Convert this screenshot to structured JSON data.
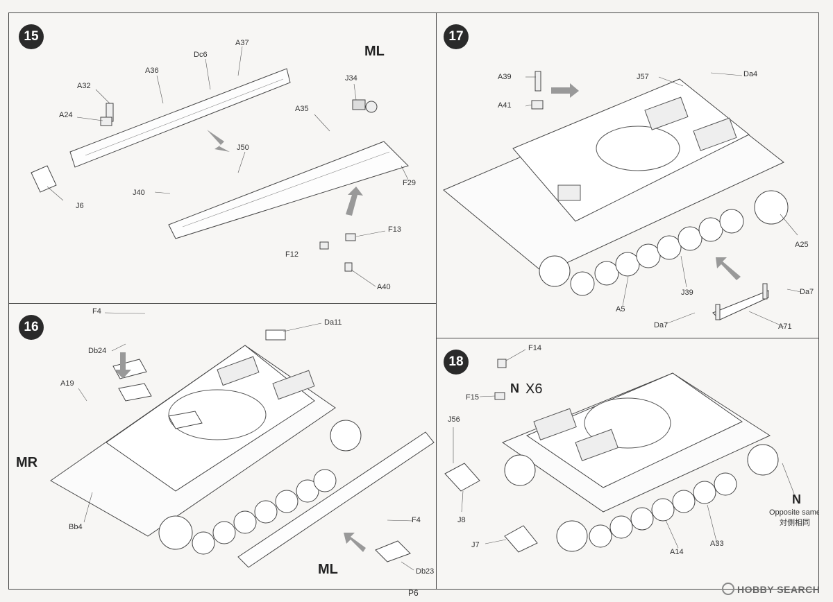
{
  "page_number": "P6",
  "watermark": {
    "brand": "HOBBY SEARCH"
  },
  "steps": [
    {
      "number": "15",
      "side_tag": "ML",
      "labels": [
        "A37",
        "Dc6",
        "A36",
        "A32",
        "A24",
        "J34",
        "A35",
        "J50",
        "J6",
        "J40",
        "F29",
        "F13",
        "F12",
        "A40"
      ]
    },
    {
      "number": "16",
      "side_tag_left": "MR",
      "side_tag_bottom": "ML",
      "labels": [
        "F4",
        "Db24",
        "Da11",
        "A19",
        "Bb4",
        "F4",
        "Db23"
      ]
    },
    {
      "number": "17",
      "labels": [
        "A39",
        "A41",
        "J57",
        "Da4",
        "A25",
        "J39",
        "A5",
        "Da7",
        "Da7",
        "A71"
      ]
    },
    {
      "number": "18",
      "quantity_part": "N",
      "quantity_text": "X6",
      "side_part": "N",
      "opposite_en": "Opposite same",
      "opposite_zh": "対側相同",
      "labels": [
        "F14",
        "F15",
        "J56",
        "J8",
        "J7",
        "A14",
        "A33"
      ]
    }
  ]
}
